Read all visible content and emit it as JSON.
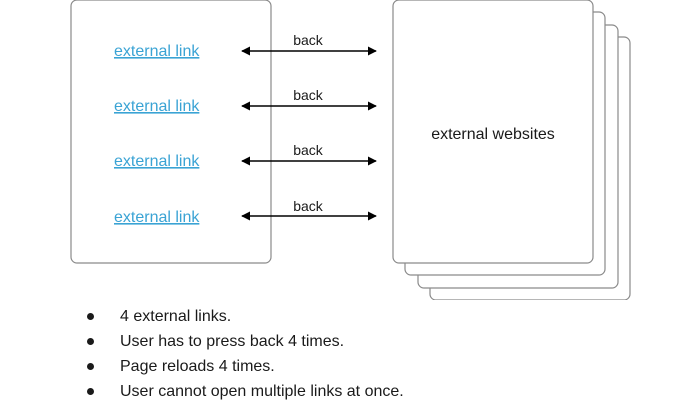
{
  "diagram": {
    "link_label": "external link",
    "back_label": "back",
    "websites_label": "external websites",
    "link_color": "#3aa3d4",
    "rows": [
      {
        "link": "external link",
        "back": "back"
      },
      {
        "link": "external link",
        "back": "back"
      },
      {
        "link": "external link",
        "back": "back"
      },
      {
        "link": "external link",
        "back": "back"
      }
    ]
  },
  "notes": [
    "4 external links.",
    "User has to press back 4 times.",
    "Page reloads 4 times.",
    "User cannot open multiple links at once."
  ]
}
